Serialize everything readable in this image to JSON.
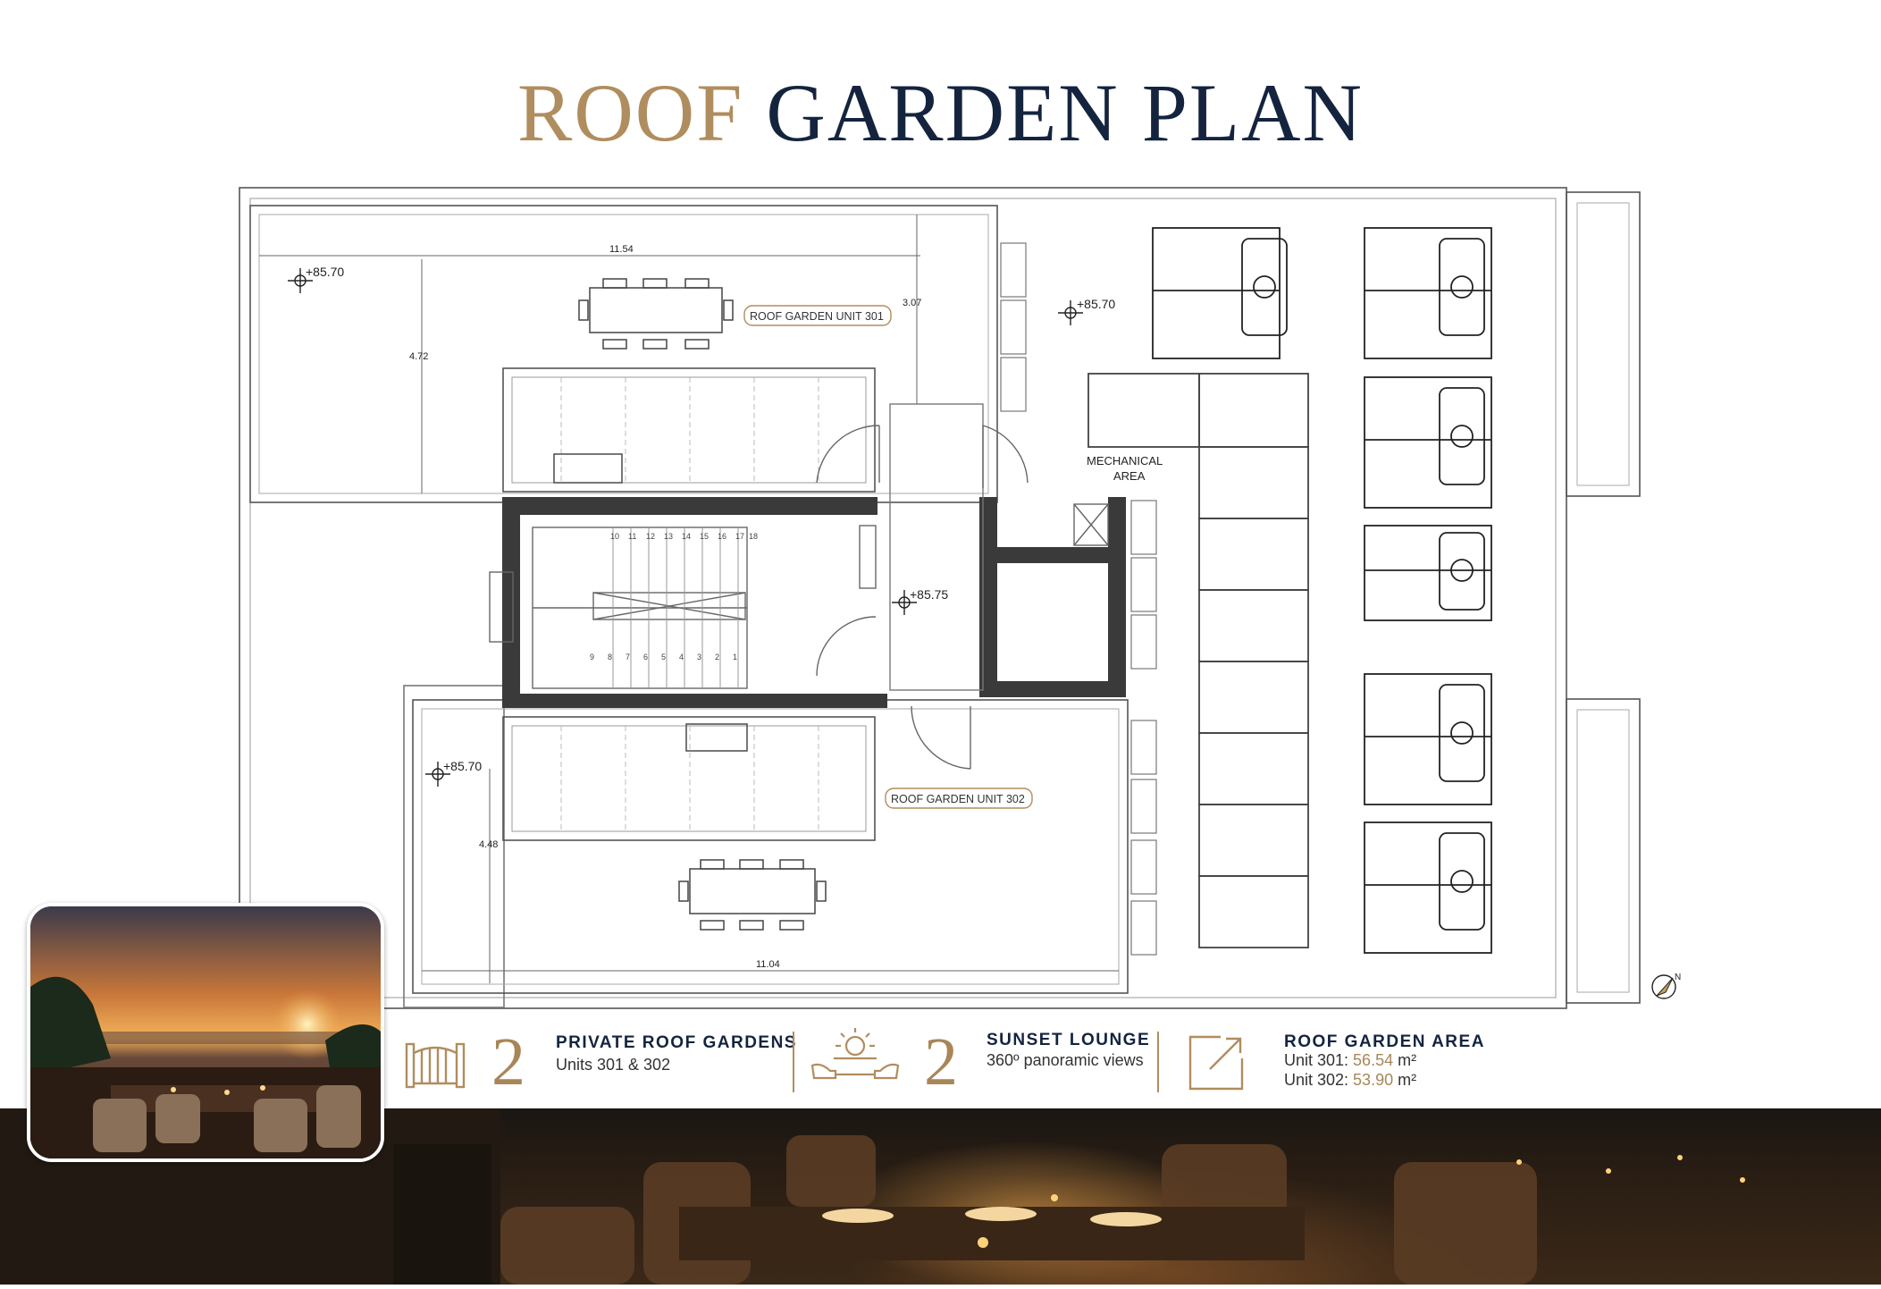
{
  "title": {
    "word1": "ROOF",
    "word2": "GARDEN PLAN"
  },
  "plan": {
    "elevations": [
      "+85.70",
      "+85.70",
      "+85.70",
      "+85.75"
    ],
    "dimensions": {
      "top_width": "11.54",
      "left_height": "4.72",
      "mid_vertical": "3.07",
      "lower_height": "4.48",
      "bottom_width": "11.04"
    },
    "labels": {
      "unit301": "ROOF GARDEN UNIT 301",
      "unit302": "ROOF GARDEN UNIT 302",
      "mechanical_line1": "MECHANICAL",
      "mechanical_line2": "AREA"
    },
    "stair_numbers_top": [
      "10",
      "11",
      "12",
      "13",
      "14",
      "15",
      "16",
      "17",
      "18"
    ],
    "stair_numbers_bottom": [
      "9",
      "8",
      "7",
      "6",
      "5",
      "4",
      "3",
      "2",
      "1"
    ]
  },
  "stats": [
    {
      "number": "2",
      "title": "PRIVATE ROOF GARDENS",
      "subtitle": "Units 301 & 302",
      "icon": "gate-icon"
    },
    {
      "number": "2",
      "title": "SUNSET LOUNGE",
      "subtitle": "360º panoramic views",
      "icon": "sunset-lounge-icon"
    },
    {
      "number": "",
      "title": "ROOF GARDEN AREA",
      "line1_label": "Unit 301: ",
      "line1_value": "56.54",
      "line1_unit": " m²",
      "line2_label": "Unit 302: ",
      "line2_value": "53.90",
      "line2_unit": " m²",
      "icon": "area-expand-icon"
    }
  ],
  "colors": {
    "gold": "#b08d5e",
    "navy": "#14243f",
    "wall": "#3a3a3a"
  }
}
